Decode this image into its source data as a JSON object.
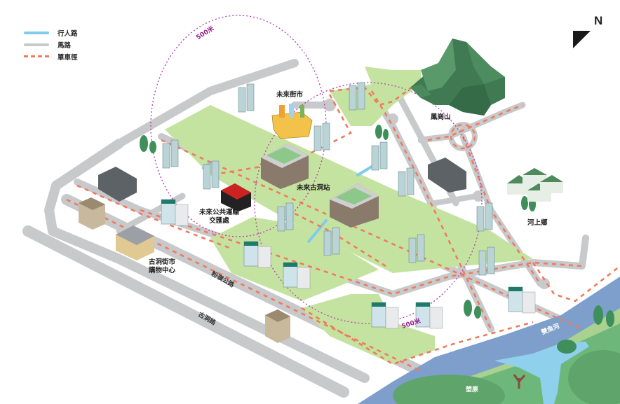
{
  "legend": {
    "items": [
      {
        "label": "行人路",
        "kind": "pedestrian",
        "color": "#7fcbee"
      },
      {
        "label": "馬路",
        "kind": "road",
        "color": "#c8c9cb"
      },
      {
        "label": "單車徑",
        "kind": "cycle-track",
        "color": "#ef7b5f"
      }
    ]
  },
  "compass": {
    "label": "N"
  },
  "radius_labels": [
    "500米",
    "500米"
  ],
  "places": {
    "market": "未來街市",
    "station": "未來古洞站",
    "transport_hub": [
      "未來公共運輸",
      "交匯處"
    ],
    "mall": [
      "古洞街市",
      "購物中心"
    ],
    "mountain": "鳳崗山",
    "village": "河上鄉",
    "wetland": "塱原"
  },
  "roads": {
    "fanling_highway": "粉嶺公路",
    "kwu_tung_road": "古洞路",
    "river": "雙魚河"
  },
  "colors": {
    "park": "#c5e3a0",
    "road": "#c8c9cb",
    "cycle": "#ef7b5f",
    "pedestrian": "#7fcbee",
    "river": "#7e9fcb",
    "pond": "#8fd0ec",
    "mountain": "#4e8a5e",
    "radius": "#b43ab0"
  }
}
